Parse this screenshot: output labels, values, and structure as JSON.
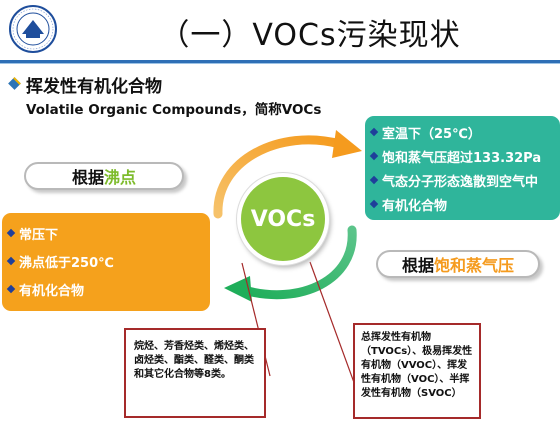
{
  "slide": {
    "title": "（一）VOCs污染现状",
    "heading": "挥发性有机化合物",
    "subheading": "Volatile Organic Compounds，简称VOCs"
  },
  "center": {
    "label": "VOCs"
  },
  "left_pill": {
    "prefix": "根据",
    "highlight": "沸点"
  },
  "right_pill": {
    "prefix": "根据",
    "highlight": "饱和蒸气压"
  },
  "left_box": {
    "items": [
      "常压下",
      "沸点低于250℃",
      "有机化合物"
    ]
  },
  "right_box": {
    "items": [
      "室温下（25℃）",
      "饱和蒸气压超过133.32Pa",
      "气态分子形态逸散到空气中",
      "有机化合物"
    ]
  },
  "note_left": {
    "text": "烷烃、芳香烃类、烯烃类、卤烃类、酯类、醛类、酮类和其它化合物等8类。"
  },
  "note_right": {
    "text": "总挥发性有机物（TVOCs）、极易挥发性有机物（VVOC）、挥发性有机物（VOC）、半挥发性有机物（SVOC）"
  },
  "colors": {
    "orange": "#f5a11c",
    "teal": "#2fb59b",
    "green": "#8dc63f",
    "title_rule": "#2e6fb6",
    "note_border": "#a52a2a"
  },
  "icons": [
    "university-logo",
    "bullet-diamond-icon",
    "curved-arrow-orange",
    "curved-arrow-green"
  ]
}
